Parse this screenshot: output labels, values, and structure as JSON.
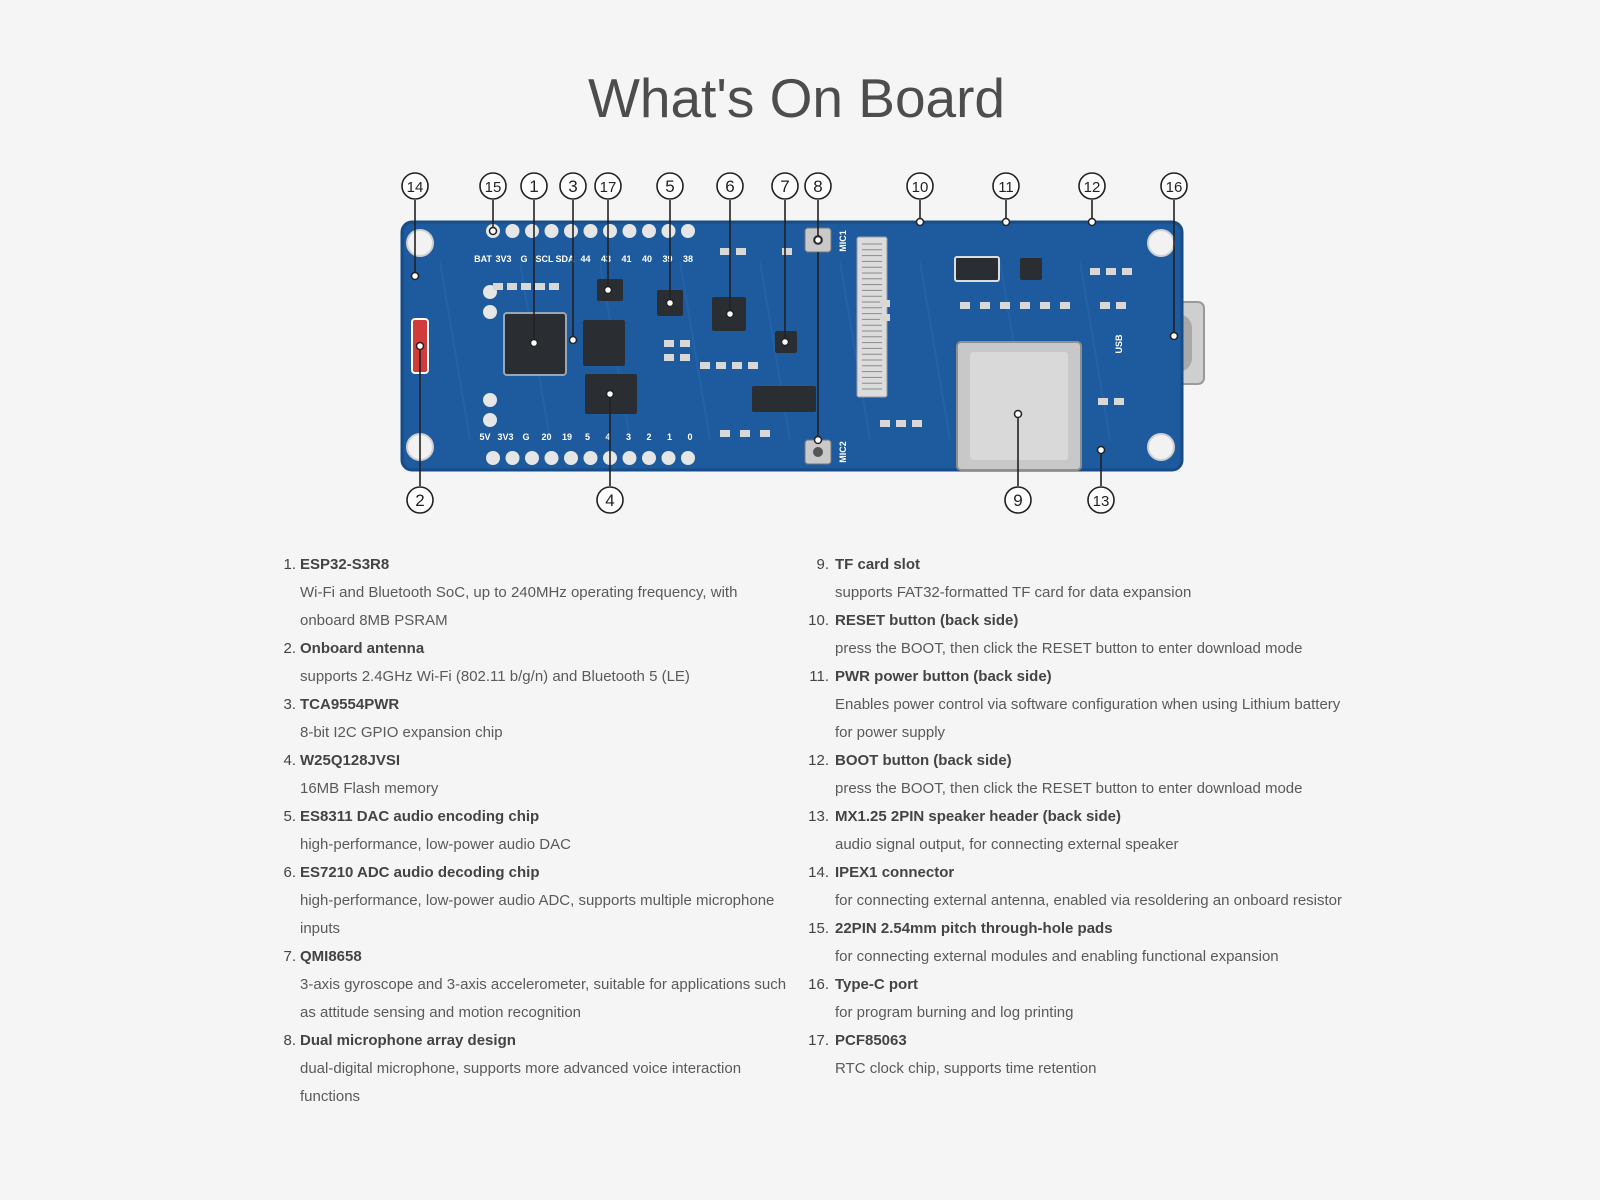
{
  "title": "What's On Board",
  "board": {
    "silk_top": [
      "BAT",
      "3V3",
      "G",
      "SCL",
      "SDA",
      "44",
      "43",
      "41",
      "40",
      "39",
      "38"
    ],
    "silk_bottom": [
      "5V",
      "3V3",
      "G",
      "20",
      "19",
      "5",
      "4",
      "3",
      "2",
      "1",
      "0"
    ],
    "mic1": "MIC1",
    "mic2": "MIC2",
    "usb": "USB",
    "colors": {
      "pcb": "#1e5a9e",
      "pcb_edge": "#174c87",
      "pad": "#e6e6e6",
      "chip": "#2a2e33",
      "sd": "#c8c8c8",
      "ink": "#222222"
    }
  },
  "callouts": [
    {
      "label": "1"
    },
    {
      "label": "2"
    },
    {
      "label": "3"
    },
    {
      "label": "4"
    },
    {
      "label": "5"
    },
    {
      "label": "6"
    },
    {
      "label": "7"
    },
    {
      "label": "8"
    },
    {
      "label": "9"
    },
    {
      "label": "10"
    },
    {
      "label": "11"
    },
    {
      "label": "12"
    },
    {
      "label": "13"
    },
    {
      "label": "14"
    },
    {
      "label": "15"
    },
    {
      "label": "16"
    },
    {
      "label": "17"
    }
  ],
  "items_left": [
    {
      "num": "1.",
      "name": "ESP32-S3R8",
      "desc": "Wi-Fi and Bluetooth SoC, up to 240MHz operating frequency, with onboard 8MB PSRAM"
    },
    {
      "num": "2.",
      "name": "Onboard antenna",
      "desc": "supports 2.4GHz Wi-Fi (802.11 b/g/n) and Bluetooth 5 (LE)"
    },
    {
      "num": "3.",
      "name": "TCA9554PWR",
      "desc": "8-bit I2C GPIO expansion chip"
    },
    {
      "num": "4.",
      "name": "W25Q128JVSI",
      "desc": "16MB Flash memory"
    },
    {
      "num": "5.",
      "name": "ES8311 DAC audio encoding chip",
      "desc": "high-performance, low-power audio DAC"
    },
    {
      "num": "6.",
      "name": "ES7210 ADC audio decoding chip",
      "desc": "high-performance, low-power audio ADC, supports multiple microphone inputs"
    },
    {
      "num": "7.",
      "name": "QMI8658",
      "desc": "3-axis gyroscope and 3-axis accelerometer, suitable for applications such as attitude sensing and motion recognition"
    },
    {
      "num": "8.",
      "name": "Dual microphone array design",
      "desc": "dual-digital microphone, supports more advanced voice interaction functions"
    }
  ],
  "items_right": [
    {
      "num": "9.",
      "name": "TF card slot",
      "desc": "supports FAT32-formatted TF card for data expansion"
    },
    {
      "num": "10.",
      "name": "RESET button (back side)",
      "desc": "press the BOOT, then click the RESET button to enter download mode"
    },
    {
      "num": "11.",
      "name": "PWR power button (back side)",
      "desc": "Enables power control via software configuration when using Lithium battery for power supply"
    },
    {
      "num": "12.",
      "name": "BOOT button (back side)",
      "desc": "press the BOOT, then click the RESET button to enter download mode"
    },
    {
      "num": "13.",
      "name": "MX1.25 2PIN speaker header (back side)",
      "desc": "audio signal output, for connecting external speaker"
    },
    {
      "num": "14.",
      "name": "IPEX1 connector",
      "desc": "for connecting external antenna, enabled via resoldering an onboard resistor"
    },
    {
      "num": "15.",
      "name": "22PIN 2.54mm pitch through-hole pads",
      "desc": "for connecting external modules and enabling functional expansion"
    },
    {
      "num": "16.",
      "name": "Type-C port",
      "desc": "for program burning and log printing"
    },
    {
      "num": "17.",
      "name": "PCF85063",
      "desc": "RTC clock chip, supports time retention"
    }
  ]
}
